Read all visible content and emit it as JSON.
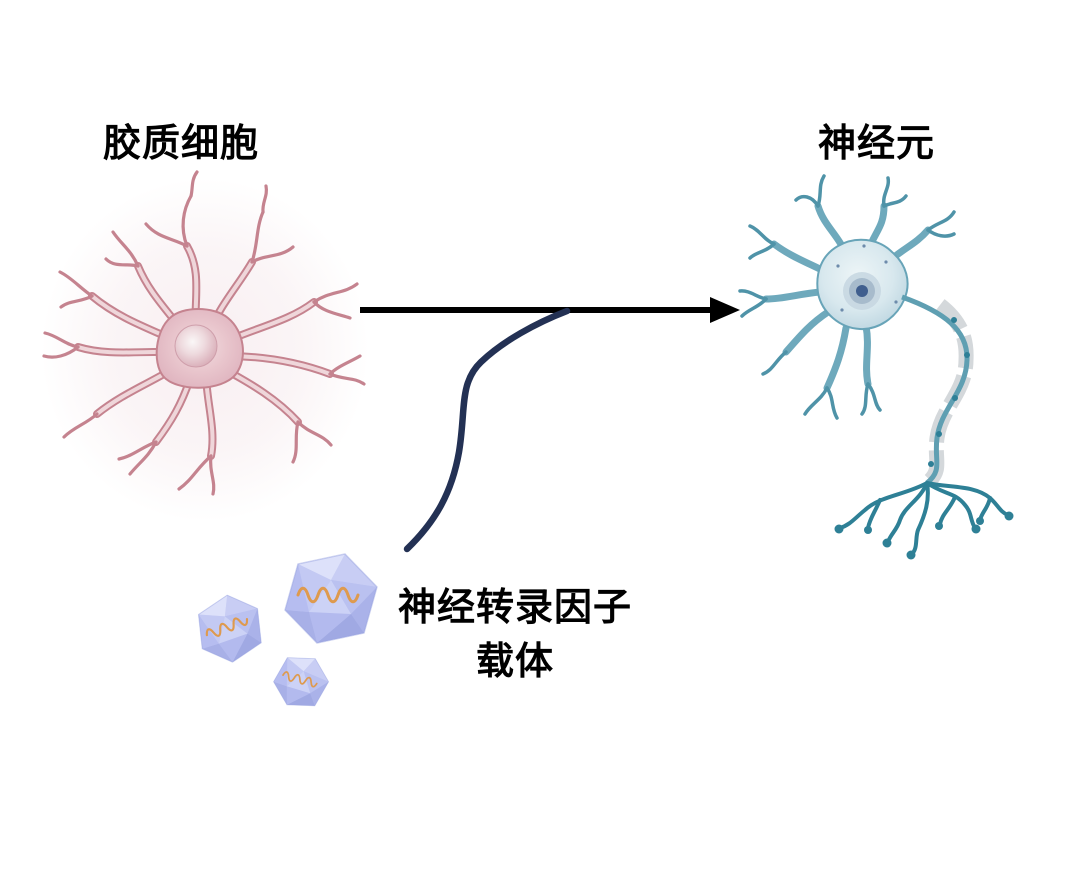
{
  "diagram": {
    "type": "scientific-illustration",
    "background_color": "#ffffff",
    "labels": {
      "glial_cell": "胶质细胞",
      "neuron": "神经元",
      "vector_line1": "神经转录因子",
      "vector_line2": "载体"
    },
    "flow": {
      "from": "胶质细胞",
      "to": "神经元",
      "via": "神经转录因子载体"
    },
    "colors": {
      "arrow": "#000000",
      "curve": "#233154",
      "glial_outline": "#c5838f",
      "glial_inner": "#efd6da",
      "glial_body": "#e9c3cb",
      "neuron_stroke": "#6ea9bc",
      "neuron_dark": "#4f93a8",
      "neuron_terminal": "#2e8096",
      "neuron_nucleus": "#3f5e8e",
      "myelin": "#c9ced2",
      "virus_base": "#b9c0ef",
      "virus_genome": "#de9a4e"
    }
  }
}
